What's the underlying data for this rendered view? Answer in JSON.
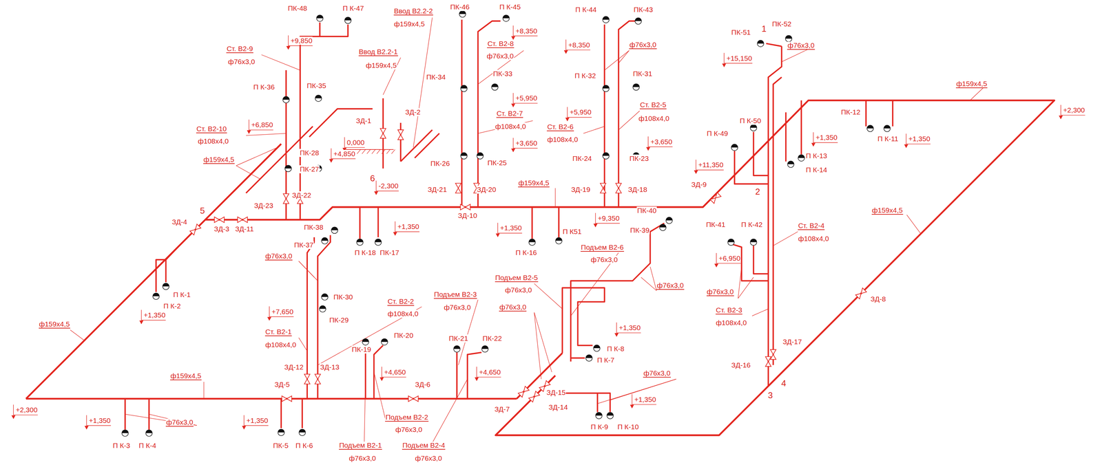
{
  "diagram": {
    "labels": [
      "ПК-48",
      "П К-47",
      "+9,850",
      "Ст. В2-9",
      "ф76х3,0",
      "Ввод В2.2-2",
      "ф159х4,5",
      "Ввод В2.2-1",
      "ф159х4,5",
      "П К-36",
      "ПК-35",
      "+6,850",
      "Ст. В2-10",
      "ф108х4,0",
      "ПК-28",
      "ф159х4,5",
      "ПК-27",
      "ЗД-1",
      "ЗД-2",
      "0,000",
      "+4,850",
      "6",
      "-2,300",
      "ЗД-23",
      "ЗД-22",
      "5",
      "ЗД-4",
      "ЗД-3",
      "ЗД-11",
      "ПК-38",
      "ПК-37",
      "+1,350",
      "П К-18",
      "ПК-17",
      "ПК-46",
      "П К-45",
      "+8,350",
      "Ст. В2-8",
      "ф76х3,0",
      "ПК-34",
      "ПК-33",
      "+5,950",
      "Ст. В2-7",
      "ф108х4,0",
      "+3,650",
      "ПК-26",
      "ПК-25",
      "ЗД-21",
      "ЗД-20",
      "ф159х4,5",
      "ЗД-10",
      "+1,350",
      "П К-16",
      "П К51",
      "П К-44",
      "ПК-43",
      "+8,350",
      "ф76х3,0",
      "П К-32",
      "ПК-31",
      "+5,950",
      "Ст. В2-5",
      "ф108х4,0",
      "Ст. В2-6",
      "ф108х4,0",
      "+3,650",
      "ПК-24",
      "ПК-23",
      "ЗД-19",
      "ЗД-18",
      "+9,350",
      "ПК-40",
      "ПК-39",
      "ПК-51",
      "1",
      "ПК-52",
      "ф76х3,0",
      "+15,150",
      "ф159х4,5",
      "+2,300",
      "ПК-12",
      "+1,350",
      "П К-11",
      "+1,350",
      "П К-13",
      "П К-14",
      "П К-50",
      "П К-49",
      "+11,350",
      "2",
      "ЗД-9",
      "ПК-41",
      "П К-42",
      "Ст. В2-4",
      "ф108х4,0",
      "+6,950",
      "ф76х3,0",
      "Ст. В2-3",
      "ф108х4,0",
      "ф159х4,5",
      "ЗД-8",
      "ЗД-17",
      "ЗД-16",
      "4",
      "3",
      "П К-1",
      "П К-2",
      "+1,350",
      "ф159х4,5",
      "ф76х3,0",
      "ПК-30",
      "ПК-29",
      "+7,650",
      "Ст. В2-2",
      "ф108х4,0",
      "Ст. В2-1",
      "ф108х4,0",
      "Подъем В2-3",
      "ф76х3,0",
      "ПК-20",
      "ПК-19",
      "ПК-21",
      "ПК-22",
      "+4,650",
      "+4,650",
      "ЗД-12",
      "ЗД-13",
      "ЗД-5",
      "ЗД-6",
      "ф159х4,5",
      "+2,300",
      "+1,350",
      "ф76х3,0",
      "П К-3",
      "П К-4",
      "+1,350",
      "ПК-5",
      "П К-6",
      "Подъем В2-2",
      "ф76х3,0",
      "Подъем В2-1",
      "ф76х3,0",
      "Подъем В2-4",
      "ф76х3,0",
      "Подъем В2-6",
      "ф76х3,0",
      "Подъем В2-5",
      "ф76х3,0",
      "ф76х3,0",
      "ф76х3,0",
      "+1,350",
      "П К-8",
      "П К-7",
      "ЗД-7",
      "ЗД-15",
      "ЗД-14",
      "ф76х3,0",
      "+1,350",
      "П К-9",
      "П К-10"
    ]
  }
}
